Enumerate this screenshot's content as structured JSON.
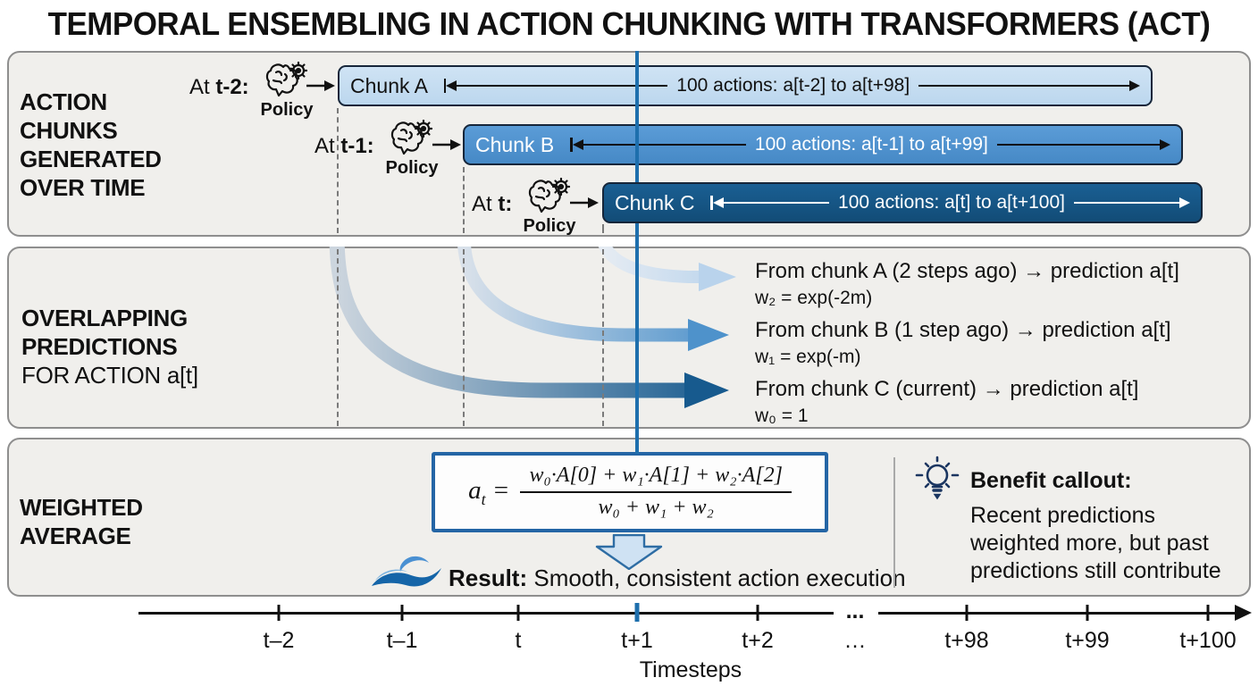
{
  "title": "TEMPORAL ENSEMBLING IN ACTION CHUNKING WITH TRANSFORMERS (ACT)",
  "panel1": {
    "label_lines": [
      "ACTION",
      "CHUNKS",
      "GENERATED",
      "OVER TIME"
    ],
    "rows": [
      {
        "at": "At ",
        "time": "t-2:",
        "policy": "Policy",
        "name": "Chunk A",
        "span": "100 actions: a[t-2] to a[t+98]"
      },
      {
        "at": "At ",
        "time": "t-1:",
        "policy": "Policy",
        "name": "Chunk B",
        "span": "100 actions: a[t-1] to a[t+99]"
      },
      {
        "at": "At ",
        "time": "t:",
        "policy": "Policy",
        "name": "Chunk C",
        "span": "100 actions: a[t] to a[t+100]"
      }
    ]
  },
  "panel2": {
    "label_bold": [
      "OVERLAPPING",
      "PREDICTIONS"
    ],
    "label_regular": "FOR ACTION a[t]",
    "rows": [
      {
        "text": "From chunk A (2 steps ago) → prediction a[t]",
        "weight": "w₂ = exp(-2m)"
      },
      {
        "text": "From chunk B (1 step ago) → prediction a[t]",
        "weight": "w₁ = exp(-m)"
      },
      {
        "text": "From chunk C (current) → prediction a[t]",
        "weight": "w₀ = 1"
      }
    ]
  },
  "panel3": {
    "label_lines": [
      "WEIGHTED",
      "AVERAGE"
    ],
    "formula": {
      "lhs_var": "a",
      "lhs_sub": "t",
      "equals": "=",
      "numerator": "w₀·A[0] + w₁·A[1] + w₂·A[2]",
      "denominator": "w₀ + w₁ + w₂"
    },
    "result_label": "Result:",
    "result_text": " Smooth, consistent action execution",
    "callout_title": "Benefit callout:",
    "callout_lines": [
      "Recent predictions",
      "weighted more, but past",
      "predictions still contribute"
    ]
  },
  "axis": {
    "labels": [
      "t–2",
      "t–1",
      "t",
      "t+1",
      "t+2",
      "…",
      "t+98",
      "t+99",
      "t+100"
    ],
    "gap_dots": "...",
    "title": "Timesteps"
  },
  "icons": {
    "policy": "brain-gear-icon",
    "benefit": "lightbulb-icon",
    "result": "wave-icon",
    "flow": "down-arrow-icon"
  },
  "colors": {
    "chunk_a": "#c6ddf1",
    "chunk_b": "#4e94d2",
    "chunk_c": "#15578a",
    "current_time_line": "#1e6fad",
    "formula_border": "#2465a5",
    "panel_bg": "#f0efec"
  }
}
